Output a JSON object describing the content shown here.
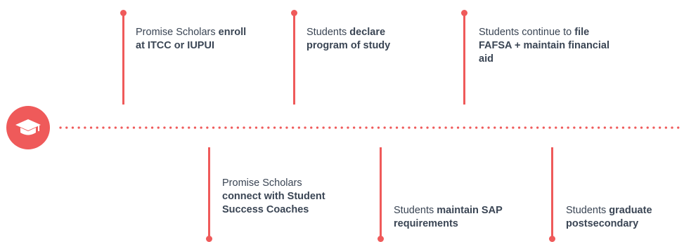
{
  "accent_color": "#ef5a5a",
  "text_color": "#3a4554",
  "start_icon": "graduation-cap-icon",
  "milestones": [
    {
      "id": "m1",
      "position": "top",
      "prefix": "Promise Scholars",
      "highlight": "enroll at ITCC or IUPUI"
    },
    {
      "id": "m2",
      "position": "bottom",
      "prefix": "Promise Scholars",
      "highlight": "connect with Student Success Coaches"
    },
    {
      "id": "m3",
      "position": "top",
      "prefix": "Students",
      "highlight": "declare program of study"
    },
    {
      "id": "m4",
      "position": "bottom",
      "prefix": "Students",
      "highlight": "maintain SAP requirements"
    },
    {
      "id": "m5",
      "position": "top",
      "prefix": "Students continue to",
      "highlight": "file FAFSA + maintain financial aid"
    },
    {
      "id": "m6",
      "position": "bottom",
      "prefix": "Students",
      "highlight": "graduate postsecondary"
    }
  ]
}
